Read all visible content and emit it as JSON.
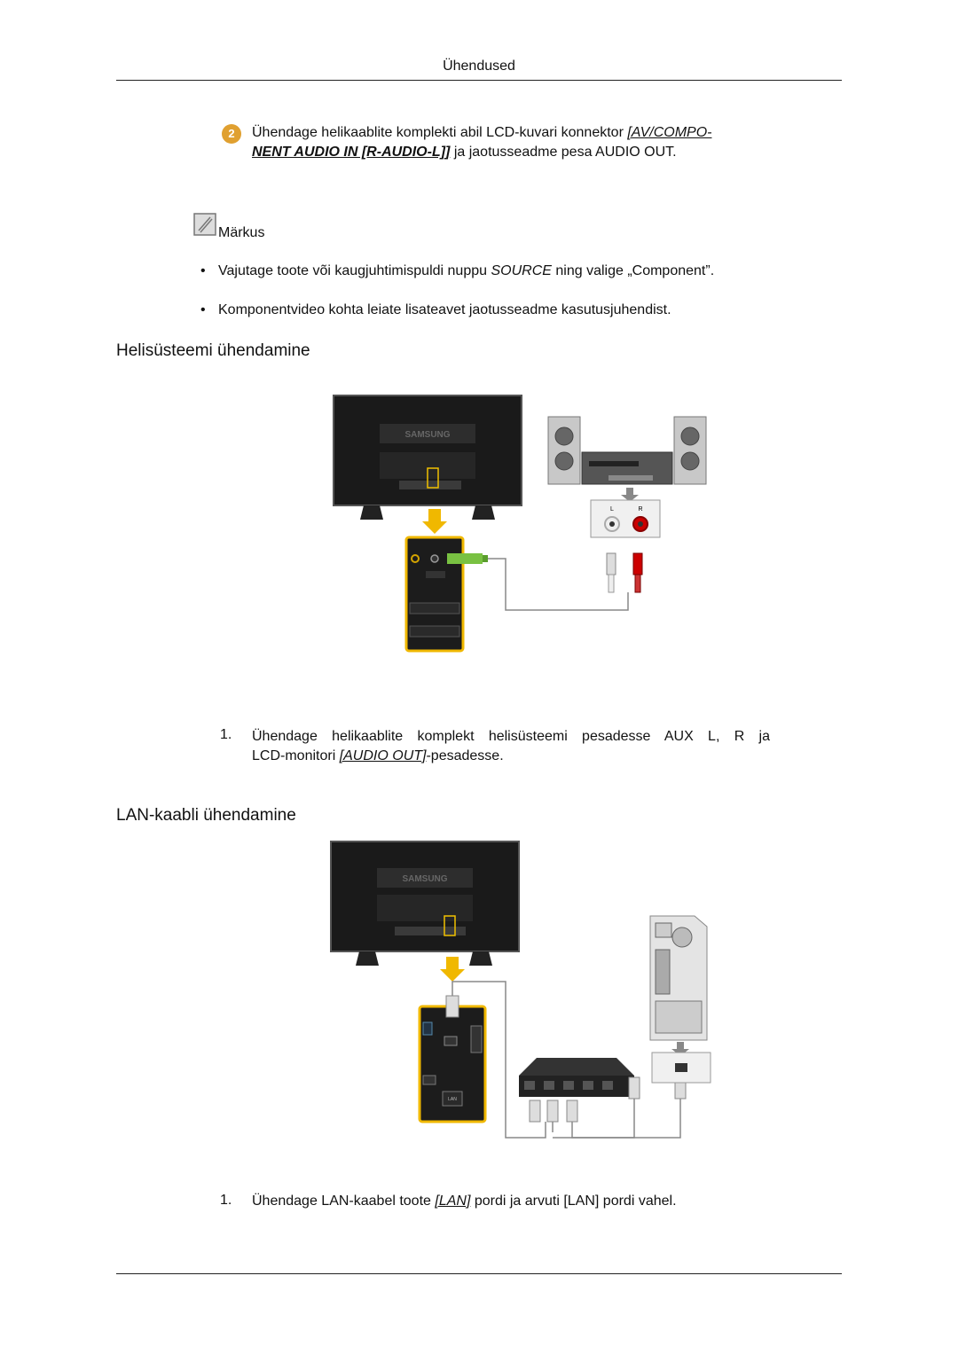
{
  "header": {
    "title": "Ühendused"
  },
  "step2": {
    "badge": "2",
    "text_1": "Ühendage helikaablite komplekti abil LCD-kuvari konnektor ",
    "link_1": "[AV/COMPO-",
    "link_2": "NENT AUDIO IN [R-AUDIO-L]]",
    "text_2": " ja jaotusseadme pesa AUDIO OUT."
  },
  "note": {
    "label": "Märkus",
    "bullet_1_pre": "Vajutage toote või kaugjuhtimispuldi nuppu ",
    "bullet_1_em": "SOURCE",
    "bullet_1_mid": " ning valige „",
    "bullet_1_strong": "Component",
    "bullet_1_post": "”.",
    "bullet_2": "Komponentvideo kohta leiate lisateavet jaotusseadme kasutusjuhendist."
  },
  "section_audio": {
    "heading": "Helisüsteemi ühendamine",
    "figure": {
      "brand": "SAMSUNG",
      "left_label": "L",
      "right_label": "R"
    },
    "step_num": "1.",
    "step_line_1": "Ühendage helikaablite komplekt helisüsteemi pesadesse AUX L, R ja",
    "step_line_2_pre": "LCD-monitori ",
    "step_line_2_em": "[AUDIO OUT]",
    "step_line_2_post": "-pesadesse."
  },
  "section_lan": {
    "heading": "LAN-kaabli ühendamine",
    "figure": {
      "brand": "SAMSUNG",
      "panel_label": "LAN"
    },
    "step_num": "1.",
    "step_pre": "Ühendage LAN-kaabel toote ",
    "step_em": "[LAN]",
    "step_post": " pordi ja arvuti [LAN] pordi vahel."
  }
}
